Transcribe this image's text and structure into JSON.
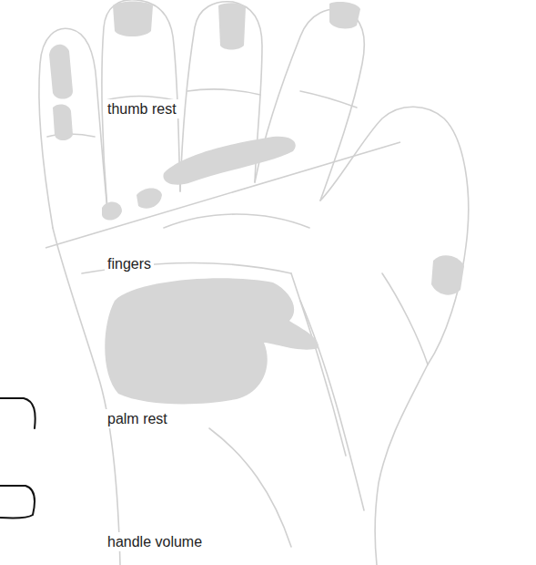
{
  "diagram": {
    "labels": [
      "thumb rest",
      "fingers",
      "palm rest",
      "handle volume"
    ]
  }
}
